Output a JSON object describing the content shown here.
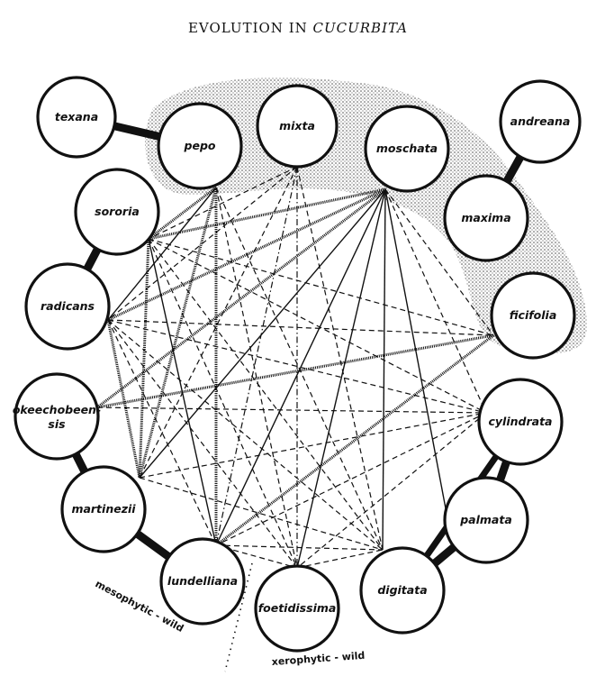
{
  "title": {
    "prefix": "EVOLUTION IN ",
    "genus": "CUCURBITA"
  },
  "species": [
    {
      "id": "texana",
      "label": "texana"
    },
    {
      "id": "pepo",
      "label": "pepo"
    },
    {
      "id": "mixta",
      "label": "mixta"
    },
    {
      "id": "moschata",
      "label": "moschata"
    },
    {
      "id": "andreana",
      "label": "andreana"
    },
    {
      "id": "maxima",
      "label": "maxima"
    },
    {
      "id": "sororia",
      "label": "sororia"
    },
    {
      "id": "radicans",
      "label": "radicans"
    },
    {
      "id": "ficifolia",
      "label": "ficifolia"
    },
    {
      "id": "okeechobeensis",
      "label": "okeechobeen-",
      "label2": "sis"
    },
    {
      "id": "cylindrata",
      "label": "cylindrata"
    },
    {
      "id": "martinezii",
      "label": "martinezii"
    },
    {
      "id": "palmata",
      "label": "palmata"
    },
    {
      "id": "lundelliana",
      "label": "lundelliana"
    },
    {
      "id": "digitata",
      "label": "digitata"
    },
    {
      "id": "foetidissima",
      "label": "foetidissima"
    }
  ],
  "zones": {
    "mesophytic": "mesophytic - wild",
    "xerophytic": "xerophytic - wild"
  },
  "edges": [
    [
      "texana",
      "pepo",
      "thick"
    ],
    [
      "andreana",
      "maxima",
      "thick"
    ],
    [
      "sororia",
      "radicans",
      "thick"
    ],
    [
      "okeechobeensis",
      "martinezii",
      "thick"
    ],
    [
      "martinezii",
      "lundelliana",
      "thick"
    ],
    [
      "cylindrata",
      "palmata",
      "thick"
    ],
    [
      "palmata",
      "digitata",
      "thick"
    ],
    [
      "cylindrata",
      "digitata",
      "heavy"
    ],
    [
      "pepo",
      "sororia",
      "hatched"
    ],
    [
      "pepo",
      "radicans",
      "solid"
    ],
    [
      "pepo",
      "martinezii",
      "hatched"
    ],
    [
      "pepo",
      "lundelliana",
      "hatched"
    ],
    [
      "pepo",
      "foetidissima",
      "dashed"
    ],
    [
      "moschata",
      "sororia",
      "hatched"
    ],
    [
      "moschata",
      "radicans",
      "hatched"
    ],
    [
      "moschata",
      "okeechobeensis",
      "hatched"
    ],
    [
      "moschata",
      "martinezii",
      "solid"
    ],
    [
      "moschata",
      "lundelliana",
      "solid"
    ],
    [
      "moschata",
      "foetidissima",
      "solid"
    ],
    [
      "moschata",
      "digitata",
      "solid"
    ],
    [
      "moschata",
      "palmata",
      "solid"
    ],
    [
      "moschata",
      "cylindrata",
      "dashed"
    ],
    [
      "mixta",
      "sororia",
      "dashed"
    ],
    [
      "mixta",
      "radicans",
      "dashed"
    ],
    [
      "mixta",
      "martinezii",
      "dashed"
    ],
    [
      "mixta",
      "lundelliana",
      "dashdot"
    ],
    [
      "mixta",
      "foetidissima",
      "dashdot"
    ],
    [
      "mixta",
      "digitata",
      "dashed"
    ],
    [
      "sororia",
      "martinezii",
      "hatched"
    ],
    [
      "sororia",
      "lundelliana",
      "solid"
    ],
    [
      "sororia",
      "cylindrata",
      "dashed"
    ],
    [
      "sororia",
      "ficifolia",
      "dashed"
    ],
    [
      "sororia",
      "foetidissima",
      "dashed"
    ],
    [
      "sororia",
      "digitata",
      "dashed"
    ],
    [
      "radicans",
      "martinezii",
      "hatched"
    ],
    [
      "radicans",
      "ficifolia",
      "dashed"
    ],
    [
      "radicans",
      "cylindrata",
      "dashed"
    ],
    [
      "radicans",
      "lundelliana",
      "dashed"
    ],
    [
      "radicans",
      "foetidissima",
      "dashed"
    ],
    [
      "radicans",
      "digitata",
      "dashed"
    ],
    [
      "okeechobeensis",
      "cylindrata",
      "dashed"
    ],
    [
      "okeechobeensis",
      "ficifolia",
      "hatched"
    ],
    [
      "martinezii",
      "cylindrata",
      "dashed"
    ],
    [
      "martinezii",
      "digitata",
      "dashed"
    ],
    [
      "ficifolia",
      "lundelliana",
      "hatched"
    ],
    [
      "cylindrata",
      "lundelliana",
      "dashed"
    ],
    [
      "cylindrata",
      "foetidissima",
      "dashed"
    ],
    [
      "lundelliana",
      "digitata",
      "dashed"
    ],
    [
      "lundelliana",
      "foetidissima",
      "dashed"
    ],
    [
      "foetidissima",
      "digitata",
      "dashed"
    ],
    [
      "moschata",
      "ficifolia",
      "dashed"
    ],
    [
      "pepo",
      "digitata",
      "dashed"
    ]
  ]
}
